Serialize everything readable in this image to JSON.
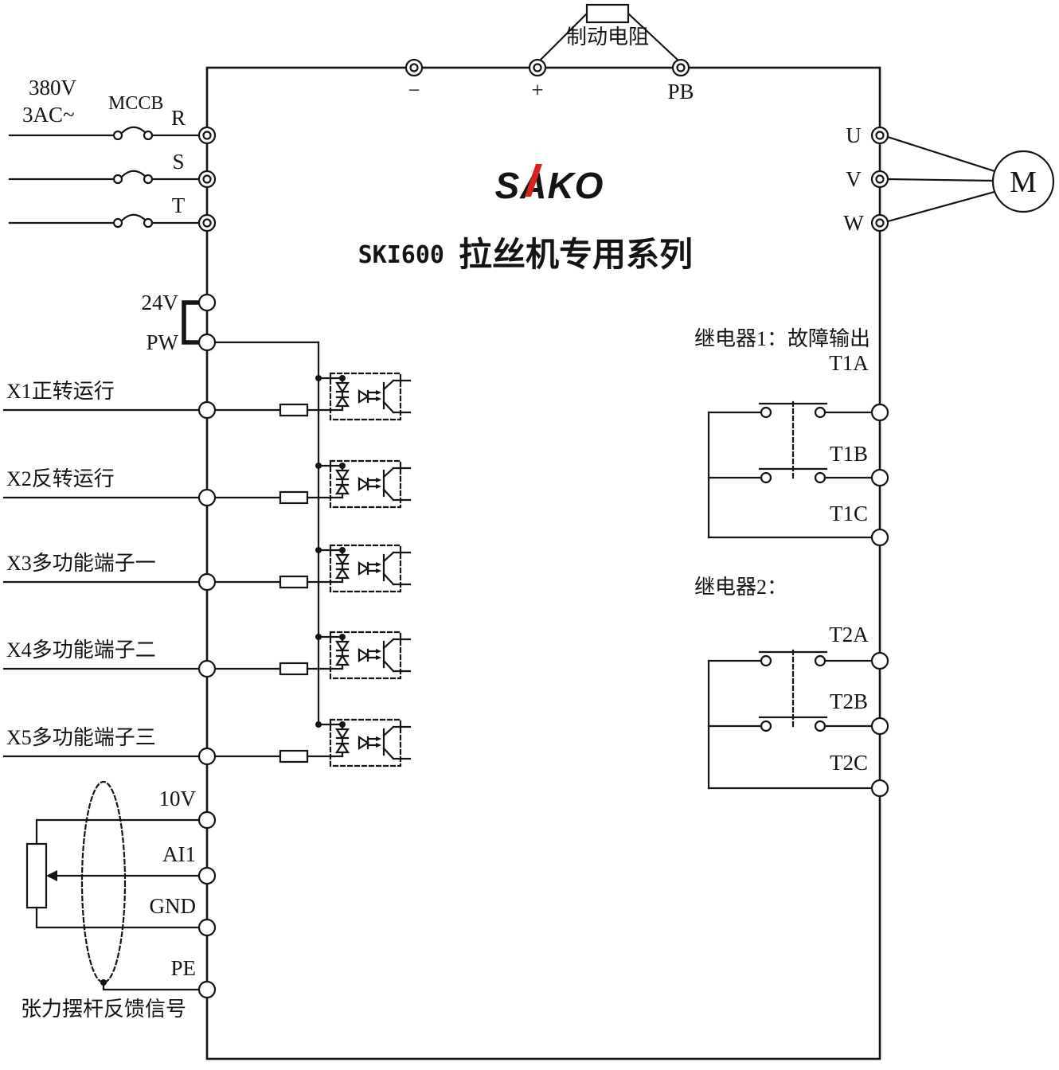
{
  "logo": {
    "text": "SAKO",
    "color": "#1d3f96",
    "accent_color": "#d6231f"
  },
  "title": {
    "model": "SKI600",
    "series": "拉丝机专用系列"
  },
  "mains": {
    "voltage": "380V",
    "system": "3AC~",
    "breaker": "MCCB",
    "phase_r": "R",
    "phase_s": "S",
    "phase_t": "T"
  },
  "dc_bus": {
    "minus": "−",
    "plus": "+",
    "pb": "PB",
    "brake_resistor": "制动电阻"
  },
  "motor_out": {
    "u": "U",
    "v": "V",
    "w": "W",
    "motor": "M"
  },
  "control_supply": {
    "p24": "24V",
    "pw": "PW"
  },
  "inputs": [
    {
      "label": "X1正转运行"
    },
    {
      "label": "X2反转运行"
    },
    {
      "label": "X3多功能端子一"
    },
    {
      "label": "X4多功能端子二"
    },
    {
      "label": "X5多功能端子三"
    }
  ],
  "analog": {
    "v10": "10V",
    "ai1": "AI1",
    "gnd": "GND",
    "pe": "PE",
    "caption": "张力摆杆反馈信号"
  },
  "relays": [
    {
      "header": "继电器1：故障输出",
      "a": "T1A",
      "b": "T1B",
      "c": "T1C"
    },
    {
      "header": "继电器2：",
      "a": "T2A",
      "b": "T2B",
      "c": "T2C"
    }
  ]
}
